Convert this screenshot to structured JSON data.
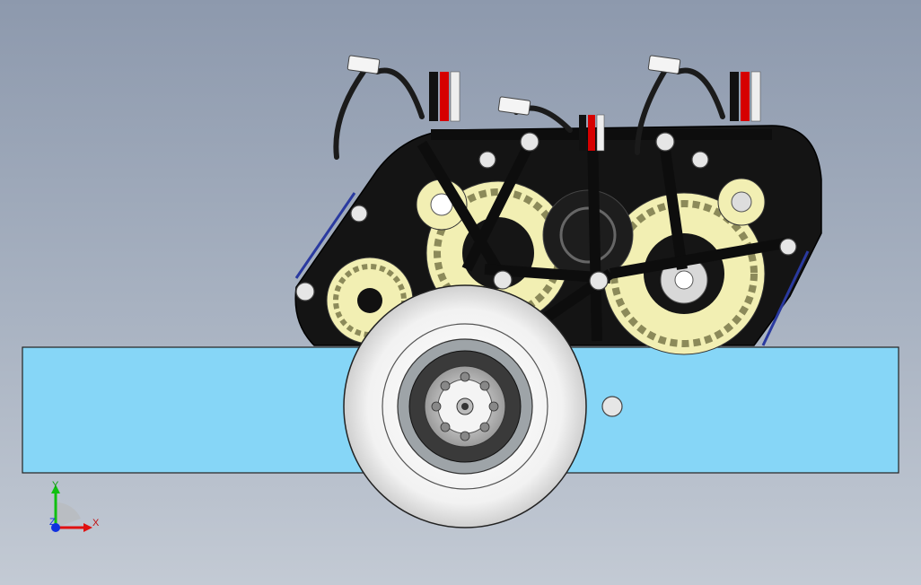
{
  "viewport": {
    "title": "",
    "background_colors": [
      "#8d99ad",
      "#c3cad4"
    ]
  },
  "model": {
    "plate_color": "#86d6f7",
    "frame_color": "#1a1a1a",
    "gear_color": "#f2efb3",
    "wheel_color": "#ffffff",
    "wire_colors": [
      "#111111",
      "#d60000",
      "#f0f0f0"
    ]
  },
  "triad": {
    "x_label": "X",
    "y_label": "Y",
    "z_label": "Z",
    "x_color": "#e01010",
    "y_color": "#10c010",
    "z_color": "#1030e0"
  }
}
